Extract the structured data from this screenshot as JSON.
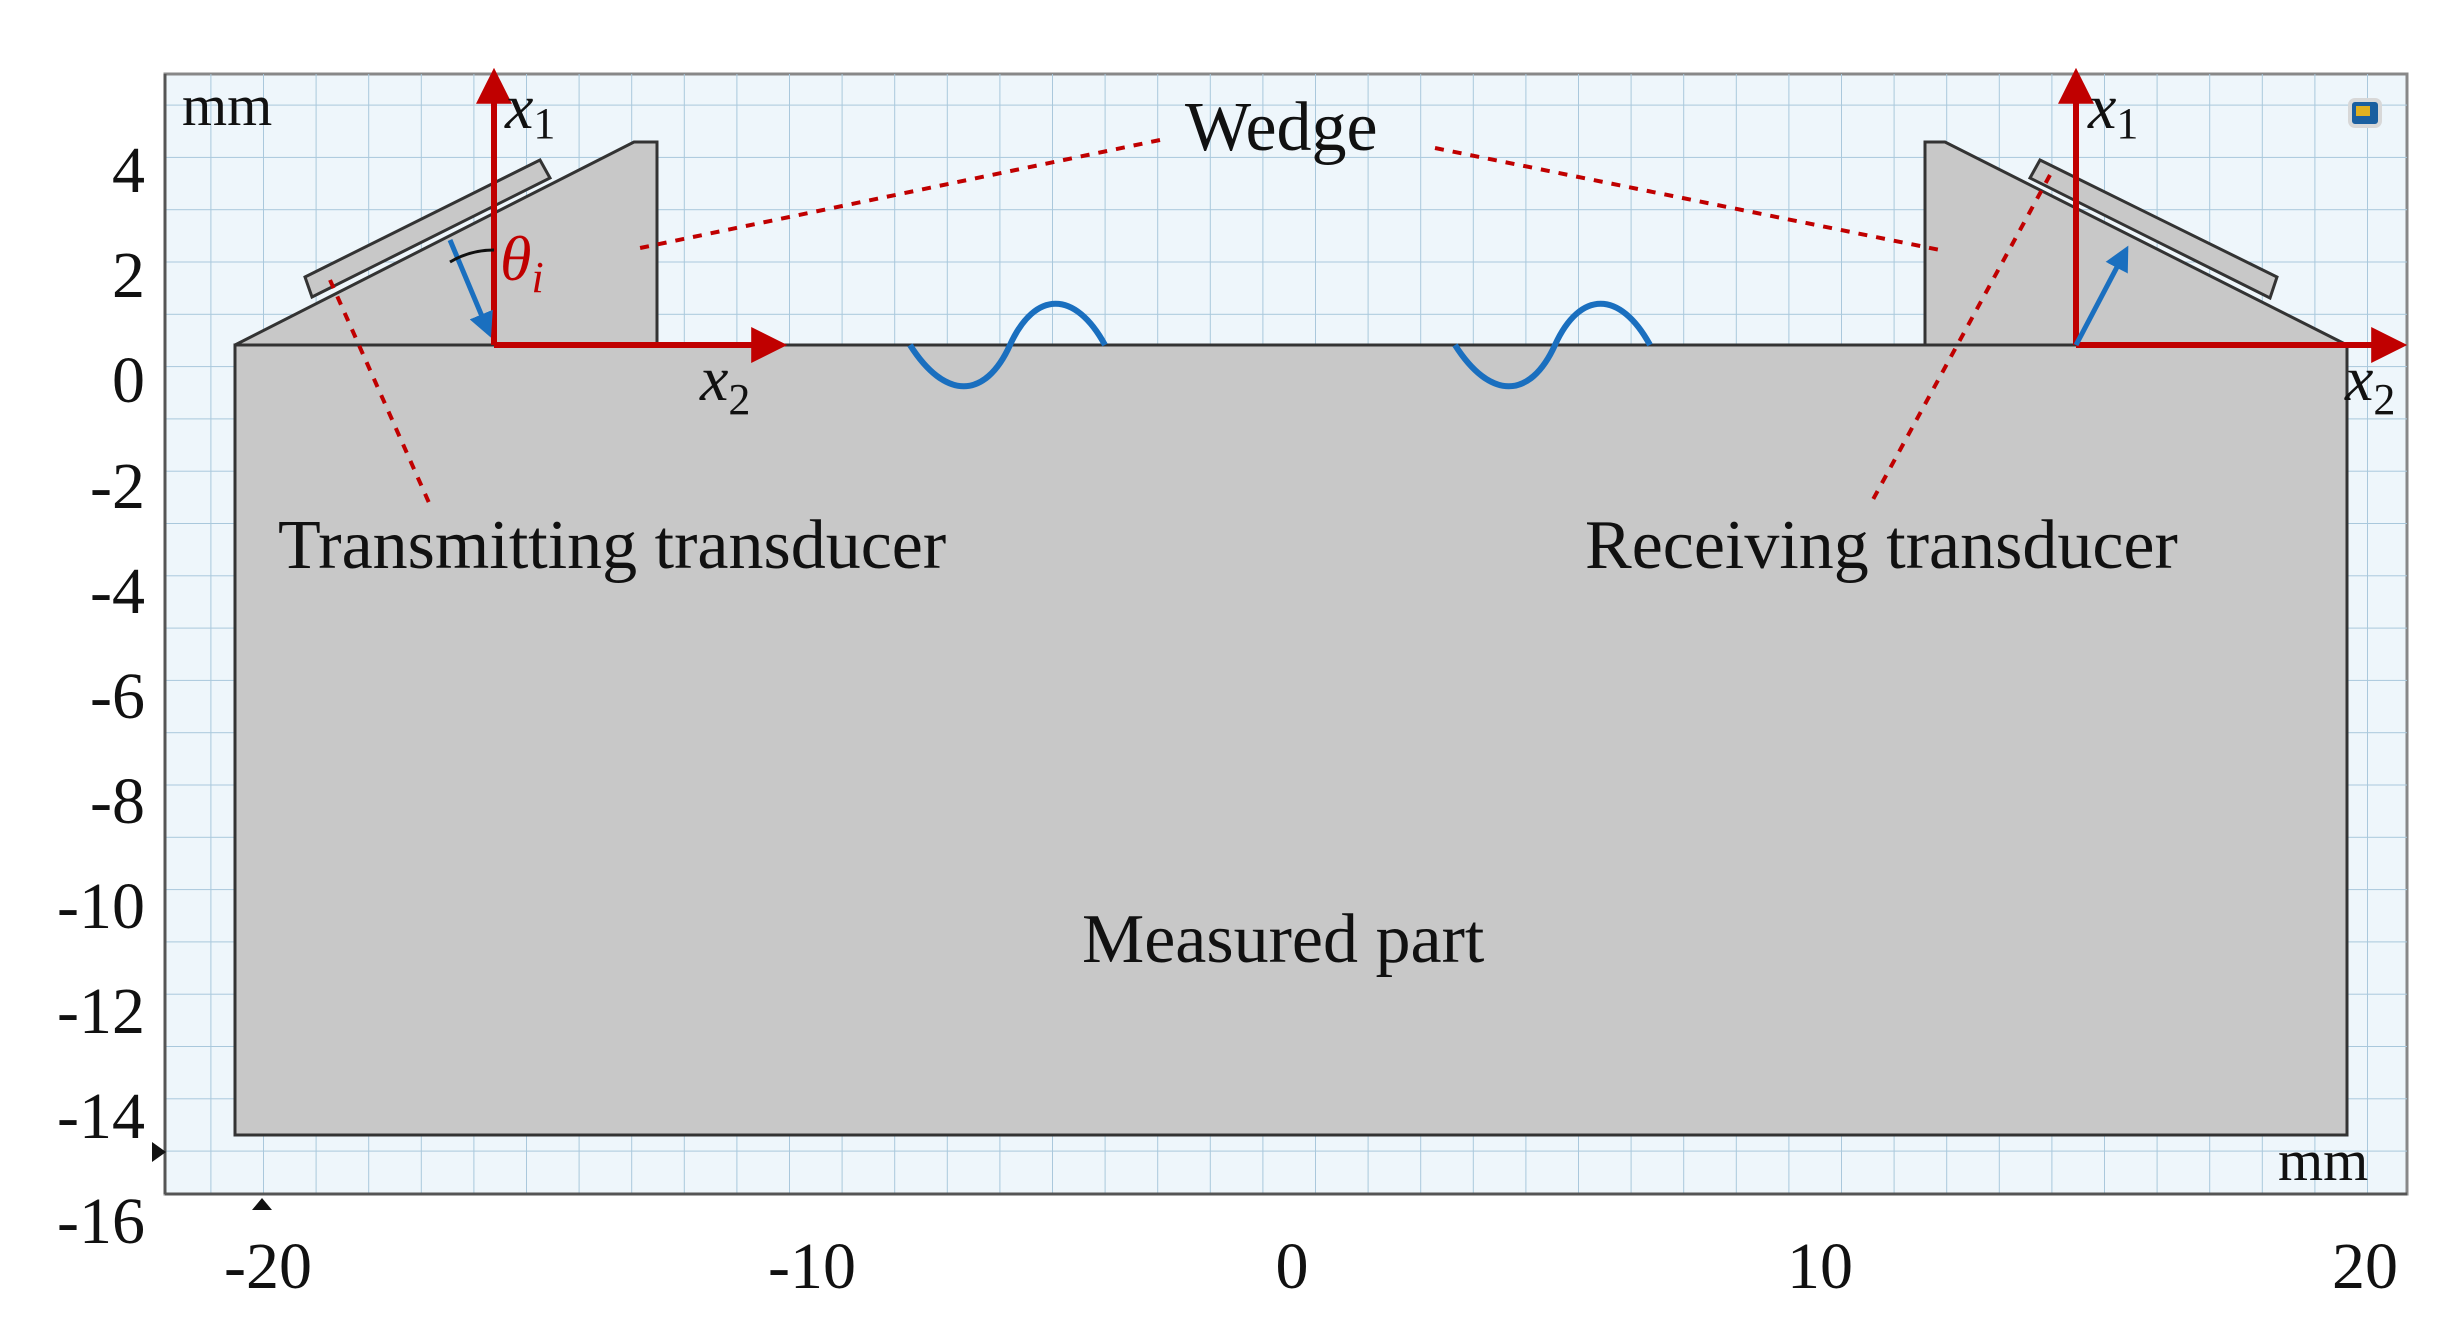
{
  "units": {
    "y_unit": "mm",
    "x_unit": "mm"
  },
  "axes": {
    "x_ticks": [
      "-20",
      "-10",
      "0",
      "10",
      "20"
    ],
    "y_ticks": [
      "4",
      "2",
      "0",
      "-2",
      "-4",
      "-6",
      "-8",
      "-10",
      "-12",
      "-14",
      "-16"
    ]
  },
  "labels": {
    "wedge": "Wedge",
    "transmitting": "Transmitting transducer",
    "receiving": "Receiving transducer",
    "measured_part": "Measured part"
  },
  "coords": {
    "x1": "x",
    "x1_sub": "1",
    "x2": "x",
    "x2_sub": "2",
    "theta": "θ",
    "theta_sub": "i"
  },
  "colors": {
    "axis_red": "#c00000",
    "wave_blue": "#1a6fbf",
    "part_gray": "#c8c8c8",
    "grid_bg": "#eef6fb",
    "grid_line": "#a9c8dc",
    "leader_red": "#c00000"
  }
}
